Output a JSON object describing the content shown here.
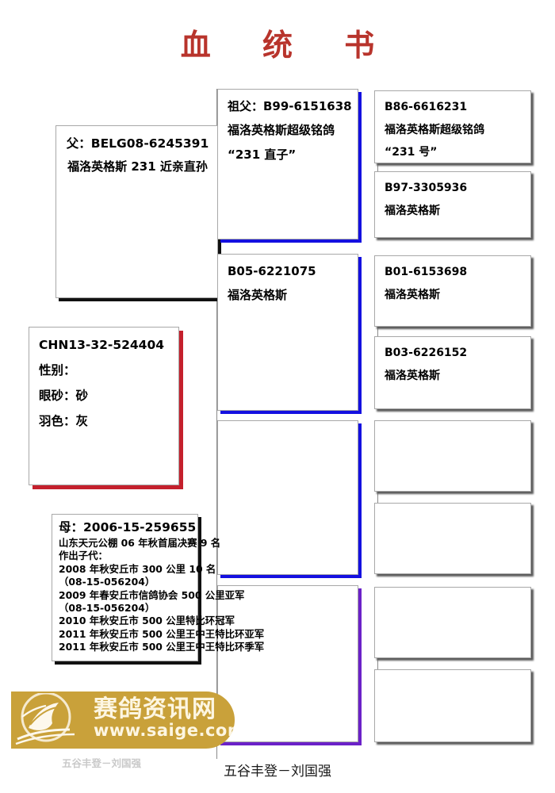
{
  "document": {
    "title": "血 统 书",
    "title_color": "#b8342c",
    "caption": "五谷丰登－刘国强"
  },
  "watermark": {
    "icon": "flying-pigeon-icon",
    "site_name": "赛鸽资讯网",
    "url": "www.saige.com",
    "color": "#c9a13a"
  },
  "faint_text": "五谷丰登－刘国强",
  "subject": {
    "ring_number": "CHN13-32-524404",
    "sex_label": "性别：",
    "sex_value": "",
    "eye_label": "眼砂：",
    "eye_value": "砂",
    "color_label": "羽色：",
    "color_value": "灰",
    "accent_color": "#c4202c"
  },
  "sire": {
    "label": "父：BELG08-6245391",
    "description": "福洛英格斯 231 近亲直孙",
    "accent_color": "#111111"
  },
  "dam": {
    "label": "母：2006-15-259655",
    "lines": [
      "山东天元公棚 06 年秋首届决赛 9 名",
      "作出子代：",
      "2008 年秋安丘市 300 公里 10 名",
      "（08-15-056204）",
      "2009 年春安丘市信鸽协会 500 公里亚军",
      "（08-15-056204）",
      "2010 年秋安丘市 500 公里特比环冠军",
      "2011 年秋安丘市 500 公里王中王特比环亚军",
      "2011 年秋安丘市 500 公里王中王特比环季军"
    ],
    "accent_color": "#111111"
  },
  "grandparents": [
    {
      "id": "paternal-grandsire",
      "lines": [
        "祖父：B99-6151638",
        "福洛英格斯超级铭鸽",
        "“231 直子”"
      ],
      "accent_color": "#1410e0"
    },
    {
      "id": "paternal-granddam",
      "lines": [
        "B05-6221075",
        "福洛英格斯"
      ],
      "accent_color": "#1410e0"
    },
    {
      "id": "maternal-grandsire",
      "lines": [],
      "accent_color": "#1410e0"
    },
    {
      "id": "maternal-granddam",
      "lines": [],
      "accent_color": "#6b21c8"
    }
  ],
  "great_grandparents": [
    {
      "id": "ggp-1",
      "lines": [
        "B86-6616231",
        "福洛英格斯超级铭鸽",
        "“231 号”"
      ],
      "accent_color": "#111111"
    },
    {
      "id": "ggp-2",
      "lines": [
        "B97-3305936",
        "福洛英格斯"
      ],
      "accent_color": "#111111"
    },
    {
      "id": "ggp-3",
      "lines": [
        "B01-6153698",
        "福洛英格斯"
      ],
      "accent_color": "#111111"
    },
    {
      "id": "ggp-4",
      "lines": [
        "B03-6226152",
        "福洛英格斯"
      ],
      "accent_color": "#111111"
    },
    {
      "id": "ggp-5",
      "lines": [],
      "accent_color": "#111111"
    },
    {
      "id": "ggp-6",
      "lines": [],
      "accent_color": "#111111"
    },
    {
      "id": "ggp-7",
      "lines": [],
      "accent_color": "#111111"
    },
    {
      "id": "ggp-8",
      "lines": [],
      "accent_color": "#111111"
    }
  ]
}
